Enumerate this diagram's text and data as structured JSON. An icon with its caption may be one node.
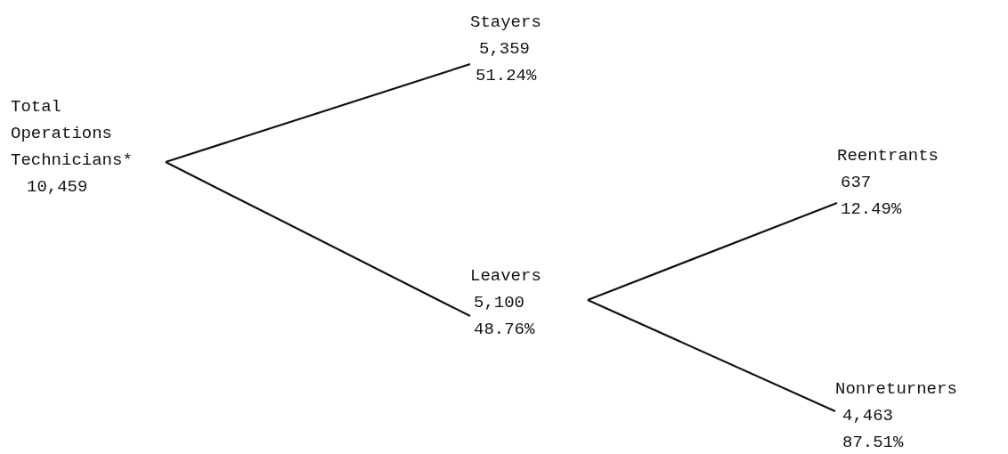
{
  "diagram": {
    "nodes": [
      {
        "text": [
          "Total Operations Technicians*",
          "10,459"
        ]
      },
      {
        "text": [
          "Stayers",
          "5,359",
          "51.24%"
        ]
      },
      {
        "text": [
          "Leavers",
          "5,100",
          "48.76%"
        ]
      },
      {
        "text": [
          "Reentrants",
          "637",
          "12.49%"
        ]
      },
      {
        "text": [
          "Nonreturners",
          "4,463",
          "87.51%"
        ]
      }
    ],
    "edges": [
      {
        "from": 0,
        "to": 1,
        "arrow": "none"
      },
      {
        "from": 0,
        "to": 2,
        "arrow": "none"
      },
      {
        "from": 2,
        "to": 3,
        "arrow": "none"
      },
      {
        "from": 2,
        "to": 4,
        "arrow": "none"
      }
    ]
  }
}
